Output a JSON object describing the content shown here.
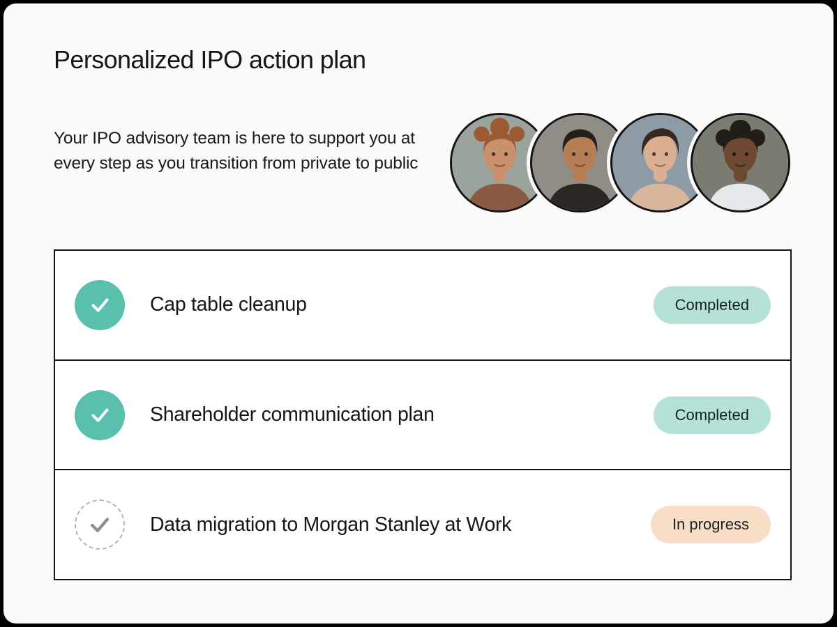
{
  "page": {
    "title": "Personalized IPO action plan",
    "intro": "Your IPO advisory team is here to support you at every step as you transition from private to public"
  },
  "advisors": [
    {
      "description": "woman with curly auburn hair, brown top",
      "bg": "#9aa39c",
      "skin": "#c9916c",
      "hair": "#9c5a33",
      "shirt": "#8a5a44"
    },
    {
      "description": "man with short dark hair, black shirt",
      "bg": "#8f8d86",
      "skin": "#b57e55",
      "hair": "#241f1b",
      "shirt": "#2a2724"
    },
    {
      "description": "woman with short dark hair",
      "bg": "#8d9ba7",
      "skin": "#dcae92",
      "hair": "#38291f",
      "shirt": "#d9b59c"
    },
    {
      "description": "person with short black hair, light shirt",
      "bg": "#7c7b72",
      "skin": "#6d4934",
      "hair": "#221d19",
      "shirt": "#e4e9ec"
    }
  ],
  "tasks": [
    {
      "label": "Cap table cleanup",
      "status": "Completed",
      "state": "completed"
    },
    {
      "label": "Shareholder communication plan",
      "status": "Completed",
      "state": "completed"
    },
    {
      "label": "Data migration to Morgan Stanley at Work",
      "status": "In progress",
      "state": "in-progress"
    }
  ],
  "colors": {
    "outer_background": "#000000",
    "card_background": "#fbfaf8",
    "table_background": "#ffffff",
    "table_border": "#141414",
    "text": "#161616",
    "completed_icon_fill": "#5bbfad",
    "completed_icon_check": "#ffffff",
    "pending_icon_border": "#b4b4b4",
    "pending_icon_check": "#8f8f8f",
    "completed_badge_bg": "#b5e1d8",
    "in_progress_badge_bg": "#f8ddc7"
  }
}
